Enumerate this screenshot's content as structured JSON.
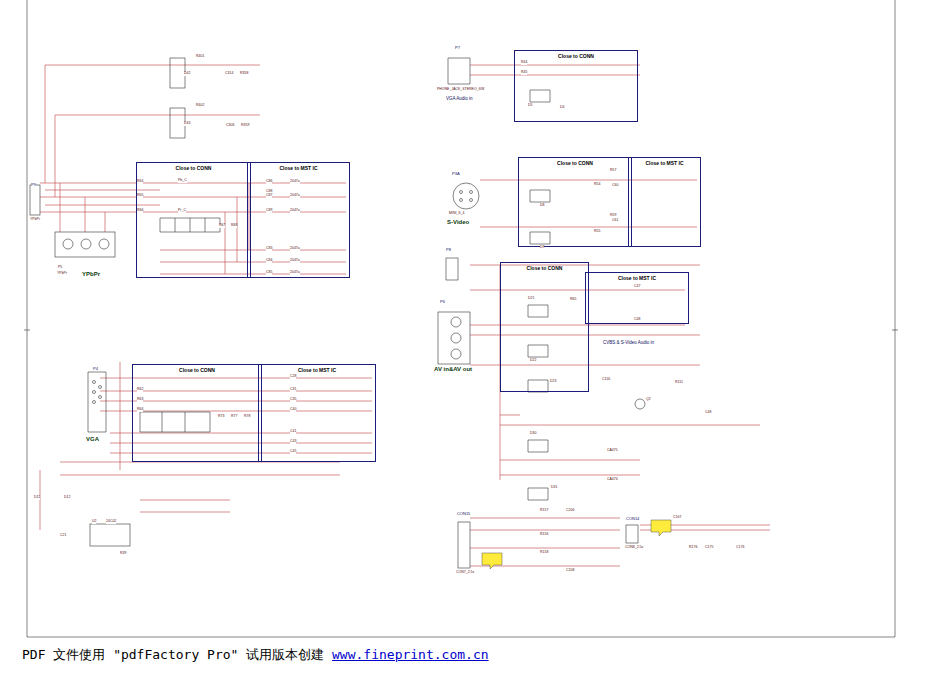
{
  "diagram": {
    "nodes": [
      {
        "text": [
          "Close to CONN"
        ]
      },
      {
        "text": [
          "Close to MST IC"
        ]
      },
      {
        "text": [
          "Close to CONN"
        ]
      },
      {
        "text": [
          "Close to MST IC"
        ]
      },
      {
        "text": [
          "Close to CONN"
        ]
      },
      {
        "text": [
          "Close to CONN"
        ]
      },
      {
        "text": [
          "Close to MST IC"
        ]
      },
      {
        "text": [
          "Close to CONN"
        ]
      },
      {
        "text": [
          "Close to MST IC"
        ]
      }
    ],
    "labels": [
      "P9",
      "YPbPr",
      "P5",
      "YPbPr",
      "YPbPr",
      "R401",
      "D42",
      "C314",
      "R358",
      "R402",
      "D43",
      "C306",
      "R359",
      "R64",
      "R65",
      "R66",
      "Pb_C",
      "Pr_C",
      "R67",
      "R68",
      "C86",
      "C88",
      "C87",
      "C89",
      "C83",
      "C84",
      "C85",
      "2047a",
      "2047a",
      "2047a",
      "2047a",
      "2047a",
      "2047a",
      "P4",
      "VGA",
      "R62",
      "R63",
      "R64",
      "R73",
      "R77",
      "R78",
      "C28",
      "C31",
      "C35",
      "C40",
      "C41",
      "C43",
      "C45",
      "D11",
      "D12",
      "U2",
      "24C02",
      "C21",
      "R39",
      "P7",
      "PHONE_JACK_STEREO_SW",
      "VGA Audio in",
      "D5",
      "D4",
      "R44",
      "R45",
      "P3A",
      "MINI_S_4",
      "S-Video",
      "D8",
      "D9",
      "R54",
      "R55",
      "R57",
      "C60",
      "R59",
      "C61",
      "P8",
      "P6",
      "AV in&AV out",
      "CVBS & S-Video Audio in",
      "D21",
      "R65",
      "C47",
      "C48",
      "D22",
      "D23",
      "C116",
      "Q2",
      "R111",
      "C48",
      "D30",
      "D31",
      "CA475",
      "CA474",
      "CON15",
      "CON7_2.5x",
      "R157",
      "R156",
      "R158",
      "C206",
      "C208",
      "CON14",
      "CON8_2.5x",
      "C167",
      "R176",
      "C175",
      "C176",
      "PDF 文件使用 \"pdfFactory Pro\" 试用版本创建 ",
      "www.fineprint.com.cn"
    ]
  }
}
